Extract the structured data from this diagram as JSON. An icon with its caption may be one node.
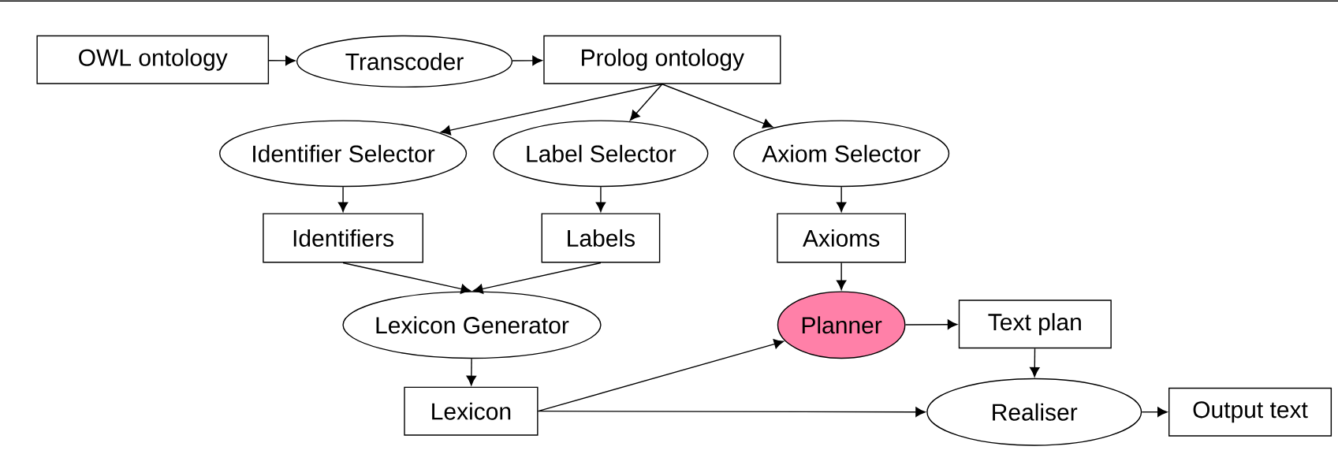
{
  "diagram": {
    "nodes": [
      {
        "text": [
          "OWL ontology"
        ]
      },
      {
        "text": [
          "Transcoder"
        ]
      },
      {
        "text": [
          "Prolog ontology"
        ]
      },
      {
        "text": [
          "Identifier Selector"
        ]
      },
      {
        "text": [
          "Label Selector"
        ]
      },
      {
        "text": [
          "Axiom Selector"
        ]
      },
      {
        "text": [
          "Identifiers"
        ]
      },
      {
        "text": [
          "Labels"
        ]
      },
      {
        "text": [
          "Axioms"
        ]
      },
      {
        "text": [
          "Lexicon Generator"
        ]
      },
      {
        "text": [
          "Planner"
        ]
      },
      {
        "text": [
          "Text plan"
        ]
      },
      {
        "text": [
          "Lexicon"
        ]
      },
      {
        "text": [
          "Realiser"
        ]
      },
      {
        "text": [
          "Output text"
        ]
      }
    ],
    "edges": [
      {
        "from": 0,
        "to": 1,
        "arrow": "to"
      },
      {
        "from": 1,
        "to": 2,
        "arrow": "to"
      },
      {
        "from": 2,
        "to": 3,
        "arrow": "to"
      },
      {
        "from": 2,
        "to": 4,
        "arrow": "to"
      },
      {
        "from": 2,
        "to": 5,
        "arrow": "to"
      },
      {
        "from": 3,
        "to": 6,
        "arrow": "to"
      },
      {
        "from": 4,
        "to": 7,
        "arrow": "to"
      },
      {
        "from": 5,
        "to": 8,
        "arrow": "to"
      },
      {
        "from": 6,
        "to": 9,
        "arrow": "to"
      },
      {
        "from": 7,
        "to": 9,
        "arrow": "to"
      },
      {
        "from": 9,
        "to": 12,
        "arrow": "to"
      },
      {
        "from": 8,
        "to": 10,
        "arrow": "to"
      },
      {
        "from": 10,
        "to": 11,
        "arrow": "to"
      },
      {
        "from": 11,
        "to": 13,
        "arrow": "to"
      },
      {
        "from": 12,
        "to": 10,
        "arrow": "to"
      },
      {
        "from": 12,
        "to": 13,
        "arrow": "to"
      },
      {
        "from": 13,
        "to": 14,
        "arrow": "to"
      }
    ]
  }
}
